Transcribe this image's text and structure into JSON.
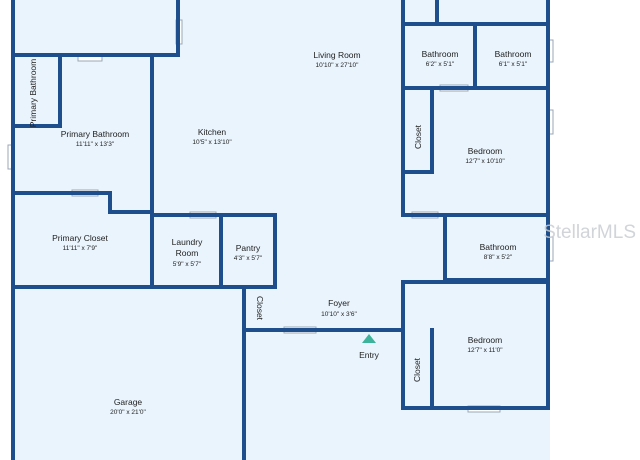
{
  "watermark": "StellarMLS",
  "rooms": {
    "living_room": {
      "name": "Living Room",
      "dim": "10'10\" x 27'10\""
    },
    "kitchen": {
      "name": "Kitchen",
      "dim": "10'5\" x 13'10\""
    },
    "primary_bathroom_v": {
      "name": "Primary Bathroom"
    },
    "primary_bathroom": {
      "name": "Primary Bathroom",
      "dim": "11'11\" x 13'3\""
    },
    "primary_closet": {
      "name": "Primary Closet",
      "dim": "11'11\" x 7'9\""
    },
    "laundry_room": {
      "name_line1": "Laundry",
      "name_line2": "Room",
      "dim": "5'9\" x 5'7\""
    },
    "pantry": {
      "name": "Pantry",
      "dim": "4'3\" x 5'7\""
    },
    "closet_small": {
      "name": "Closet"
    },
    "foyer": {
      "name": "Foyer",
      "dim": "10'10\" x 3'6\""
    },
    "entry": {
      "name": "Entry"
    },
    "garage": {
      "name": "Garage",
      "dim": "20'0\" x 21'0\""
    },
    "bathroom_1": {
      "name": "Bathroom",
      "dim": "6'2\" x 5'1\""
    },
    "bathroom_2": {
      "name": "Bathroom",
      "dim": "6'1\" x 5'1\""
    },
    "closet_bed1": {
      "name": "Closet"
    },
    "bedroom_1": {
      "name": "Bedroom",
      "dim": "12'7\" x 10'10\""
    },
    "bathroom_3": {
      "name": "Bathroom",
      "dim": "8'8\" x 5'2\""
    },
    "closet_bed2": {
      "name": "Closet"
    },
    "bedroom_2": {
      "name": "Bedroom",
      "dim": "12'7\" x 11'0\""
    }
  },
  "colors": {
    "wall": "#1f4e8c",
    "floor": "#eaf4fd",
    "entry_marker": "#3cb39a"
  }
}
